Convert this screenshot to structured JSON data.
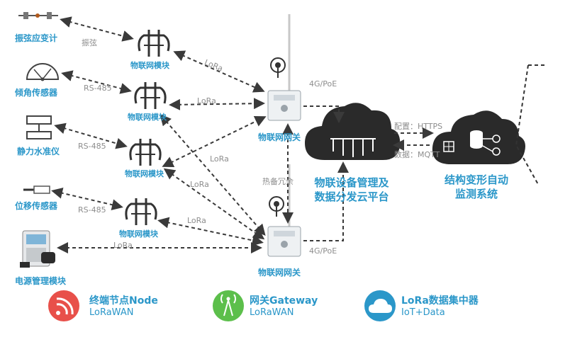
{
  "sensors": [
    {
      "label": "振弦应变计",
      "sub": "振弦",
      "icon": "strain-gauge-icon"
    },
    {
      "label": "倾角传感器",
      "link": "RS-485",
      "icon": "protractor-icon"
    },
    {
      "label": "静力水准仪",
      "link": "RS-485",
      "icon": "level-gauge-icon"
    },
    {
      "label": "位移传感器",
      "link": "RS-485",
      "icon": "displacement-sensor-icon"
    },
    {
      "label": "电源管理模块",
      "link": "LoRa",
      "icon": "power-module-icon"
    }
  ],
  "modules": [
    "物联网模块",
    "物联网模块",
    "物联网模块",
    "物联网模块"
  ],
  "links": {
    "lora": "LoRa",
    "poe": "4G/PoE",
    "config": "配置：HTTPS",
    "data": "数据：MQTT",
    "backup": "热备冗余"
  },
  "gateways": [
    "物联网网关",
    "物联网网关"
  ],
  "cloud": {
    "line1": "物联设备管理及",
    "line2": "数据分发云平台"
  },
  "system": {
    "line1": "结构变形自动",
    "line2": "监测系统"
  },
  "legend": [
    {
      "title": "终端节点Node",
      "sub": "LoRaWAN",
      "color": "#e8504a",
      "icon": "wifi-signal-icon"
    },
    {
      "title": "网关Gateway",
      "sub": "LoRaWAN",
      "color": "#5cbf4b",
      "icon": "antenna-tower-icon"
    },
    {
      "title": "LoRa数据集中器",
      "sub": "IoT+Data",
      "color": "#2b97c9",
      "icon": "cloud-icon"
    }
  ],
  "colors": {
    "accent": "#2b97c9",
    "cloud": "#2a2a2a",
    "line": "#3a3a3a"
  }
}
